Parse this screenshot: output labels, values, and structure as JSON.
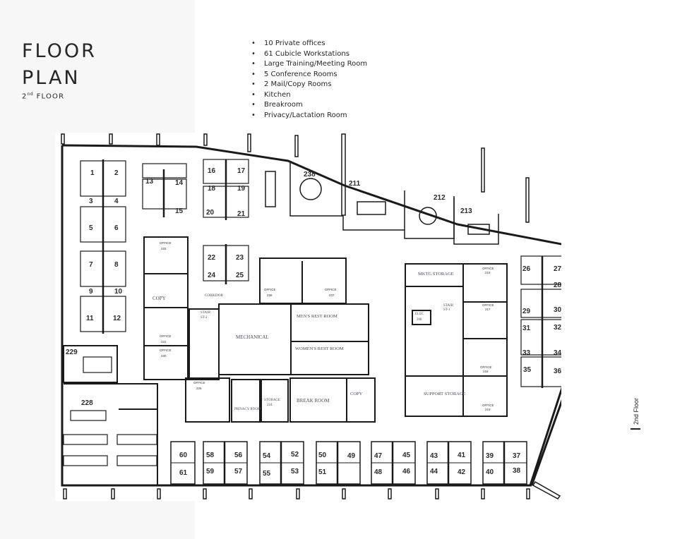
{
  "header": {
    "title_line1": "FLOOR",
    "title_line2": "PLAN",
    "subtitle_number": "2",
    "subtitle_suffix": "nd",
    "subtitle_text": "FLOOR"
  },
  "features": [
    "10 Private offices",
    "61 Cubicle Workstations",
    "Large Training/Meeting Room",
    "5 Conference Rooms",
    "2 Mail/Copy Rooms",
    "Kitchen",
    "Breakroom",
    "Privacy/Lactation Room"
  ],
  "bullet_glyph": "•",
  "plan": {
    "floor_label": "2ND-FLOOR",
    "side_label": "2nd Floor",
    "conference_rooms": [
      "238",
      "211",
      "212",
      "213",
      "229"
    ],
    "training_room": "228",
    "rooms": {
      "copy_left": "COPY",
      "corridor": "CORRIDOR",
      "stair_2": "STAIR",
      "stair_2_id": "ST-2",
      "mechanical": "MECHANICAL",
      "mens": "MEN'S REST ROOM",
      "womens": "WOMEN'S REST ROOM",
      "break_room": "BREAK ROOM",
      "copy_right": "COPY",
      "storage": "STORAGE",
      "storage_id": "224",
      "privacy_room": "PRIVACY ROOM",
      "mktg_storage": "MKTG STORAGE",
      "support_storage": "SUPPORT STORAGE",
      "stair_1": "STAIR",
      "stair_1_id": "ST-1",
      "elec": "ELEC",
      "elec_id": "208"
    },
    "office_label": "OFFICE",
    "offices": [
      "233",
      "231",
      "230",
      "226",
      "236",
      "237",
      "216",
      "217",
      "218",
      "219"
    ],
    "workstations": {
      "w1": "1",
      "w2": "2",
      "w3": "3",
      "w4": "4",
      "w5": "5",
      "w6": "6",
      "w7": "7",
      "w8": "8",
      "w9": "9",
      "w10": "10",
      "w11": "11",
      "w12": "12",
      "w13": "13",
      "w14": "14",
      "w15": "15",
      "w16": "16",
      "w17": "17",
      "w18": "18",
      "w19": "19",
      "w20": "20",
      "w21": "21",
      "w22": "22",
      "w23": "23",
      "w24": "24",
      "w25": "25",
      "w26": "26",
      "w27": "27",
      "w28": "28",
      "w29": "29",
      "w30": "30",
      "w31": "31",
      "w32": "32",
      "w33": "33",
      "w34": "34",
      "w35": "35",
      "w36": "36",
      "w37": "37",
      "w38": "38",
      "w39": "39",
      "w40": "40",
      "w41": "41",
      "w42": "42",
      "w43": "43",
      "w44": "44",
      "w45": "45",
      "w46": "46",
      "w47": "47",
      "w48": "48",
      "w49": "49",
      "w50": "50",
      "w51": "51",
      "w52": "52",
      "w53": "53",
      "w54": "54",
      "w55": "55",
      "w56": "56",
      "w57": "57",
      "w58": "58",
      "w59": "59",
      "w60": "60",
      "w61": "61"
    }
  },
  "colors": {
    "panel_bg": "#f7f7f7",
    "text": "#262626",
    "wall": "#1a1a1a",
    "room_label": "#4a4a5a"
  }
}
